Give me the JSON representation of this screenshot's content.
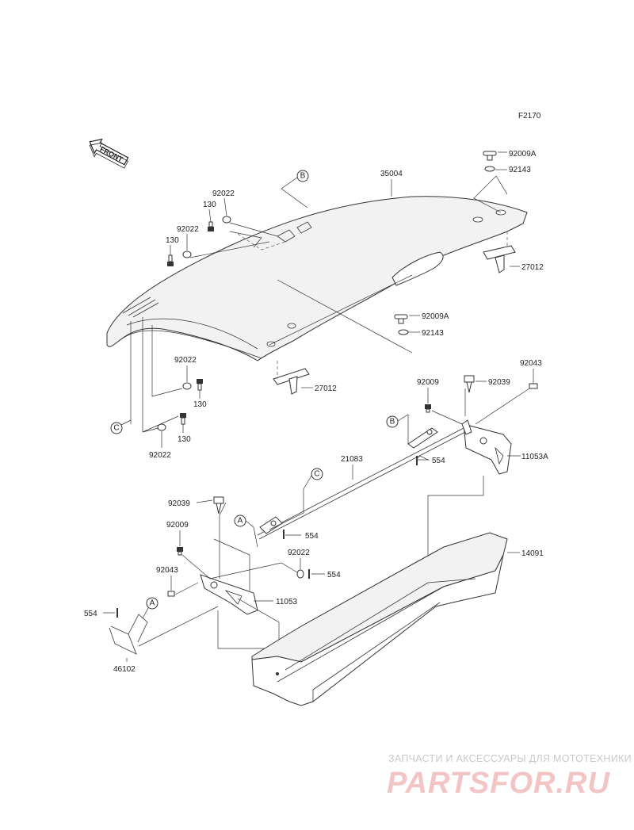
{
  "figure_code": "F2170",
  "front_label": "FRONT",
  "callouts": {
    "a": "A",
    "b": "B",
    "c": "C"
  },
  "parts": {
    "p35004": "35004",
    "p92009A_top": "92009A",
    "p92143_top": "92143",
    "p27012_right": "27012",
    "p92009A_mid": "92009A",
    "p92143_mid": "92143",
    "p27012_mid": "27012",
    "p92022_top": "92022",
    "p130_top": "130",
    "p92022_top2": "92022",
    "p130_top2": "130",
    "p92022_left": "92022",
    "p130_left": "130",
    "p130_left2": "130",
    "p92022_left2": "92022",
    "p92043_right": "92043",
    "p92009_right": "92009",
    "p92039_right": "92039",
    "p11053A": "11053A",
    "p21083": "21083",
    "p554_right": "554",
    "p92039_left": "92039",
    "p554_mid": "554",
    "p92009_left": "92009",
    "p92022_bottom": "92022",
    "p554_mid2": "554",
    "p92043_left": "92043",
    "p11053": "11053",
    "p554_left": "554",
    "p46102": "46102",
    "p14091": "14091"
  },
  "watermark": {
    "line1": "ЗАПЧАСТИ И АКСЕССУАРЫ ДЛЯ МОТОТЕХНИКИ",
    "line2": "PARTSFOR.RU"
  }
}
